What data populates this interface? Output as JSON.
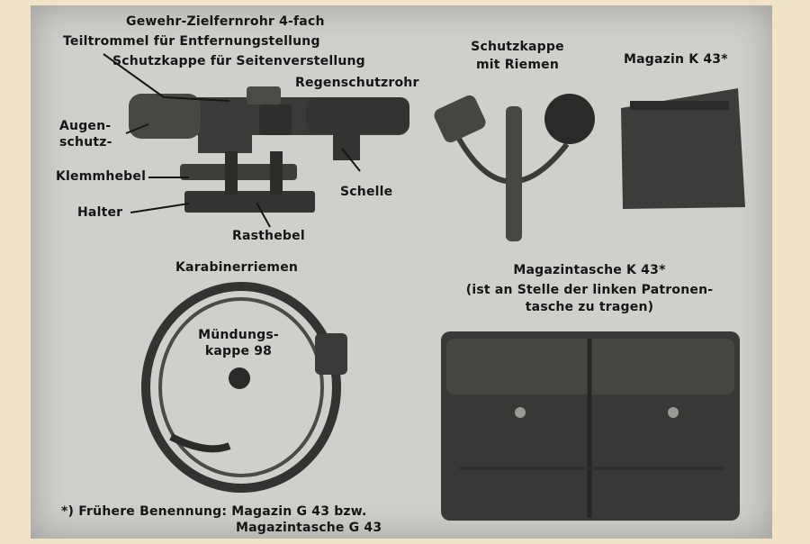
{
  "colors": {
    "page_background": "#efe4c8",
    "photo_background": "#cfcfcb",
    "ink": "#161616",
    "equipment_dark": "#3a3a38"
  },
  "scope_labels": {
    "title": "Gewehr-Zielfernrohr 4-fach",
    "range_drum": "Teiltrommel für Entfernungstellung",
    "windage_cap": "Schutzkappe für Seitenverstellung",
    "rain_tube": "Regenschutzrohr",
    "eye_guard_line1": "Augen-",
    "eye_guard_line2": "schutz-",
    "clamp_lever": "Klemmhebel",
    "holder": "Halter",
    "ring_clamp": "Schelle",
    "detent_lever": "Rasthebel"
  },
  "cap_labels": {
    "line1": "Schutzkappe",
    "line2": "mit Riemen"
  },
  "magazine_label": "Magazin K 43*",
  "sling_label": "Karabinerriemen",
  "muzzle_cap_labels": {
    "line1": "Mündungs-",
    "line2": "kappe 98"
  },
  "pouch_labels": {
    "title": "Magazintasche K 43*",
    "note_line1": "(ist an Stelle der linken Patronen-",
    "note_line2": "tasche zu tragen)"
  },
  "footnote": {
    "line1": "*) Frühere Benennung: Magazin G 43 bzw.",
    "line2": "Magazintasche G 43"
  }
}
